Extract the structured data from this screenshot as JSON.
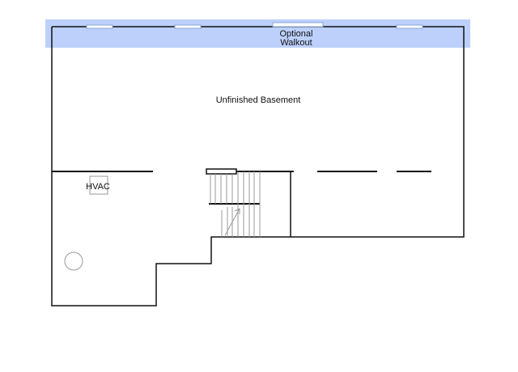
{
  "floor_plan": {
    "labels": {
      "walkout_line1": "Optional",
      "walkout_line2": "Walkout",
      "main_room": "Unfinished Basement",
      "hvac": "HVAC"
    },
    "colors": {
      "walls": "#111111",
      "walkout_band": "#bcd0fb",
      "window": "#ffffff",
      "window_outline": "#8aa6d8",
      "stairs": "#9a9a9a",
      "fixtures": "#9a9a9a"
    },
    "icons": {
      "floor_drain": "circle",
      "stair_direction": "arrow-up"
    }
  }
}
